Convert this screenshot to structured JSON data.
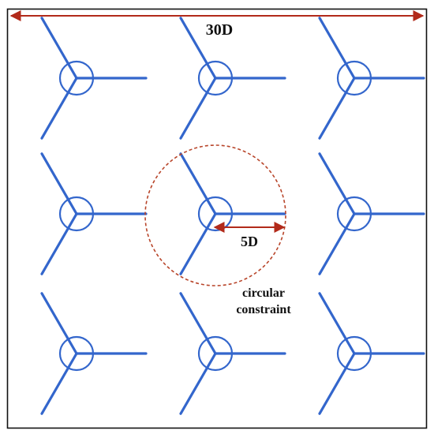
{
  "colors": {
    "turbine": "#3366cc",
    "dimension": "#b22a1a",
    "constraint": "#b8452a",
    "frame": "#111111"
  },
  "labels": {
    "domain_length": "30D",
    "radius_length": "5D",
    "constraint_line1": "circular",
    "constraint_line2": "constraint"
  },
  "layout_grid": {
    "rows": 3,
    "columns": 3
  }
}
